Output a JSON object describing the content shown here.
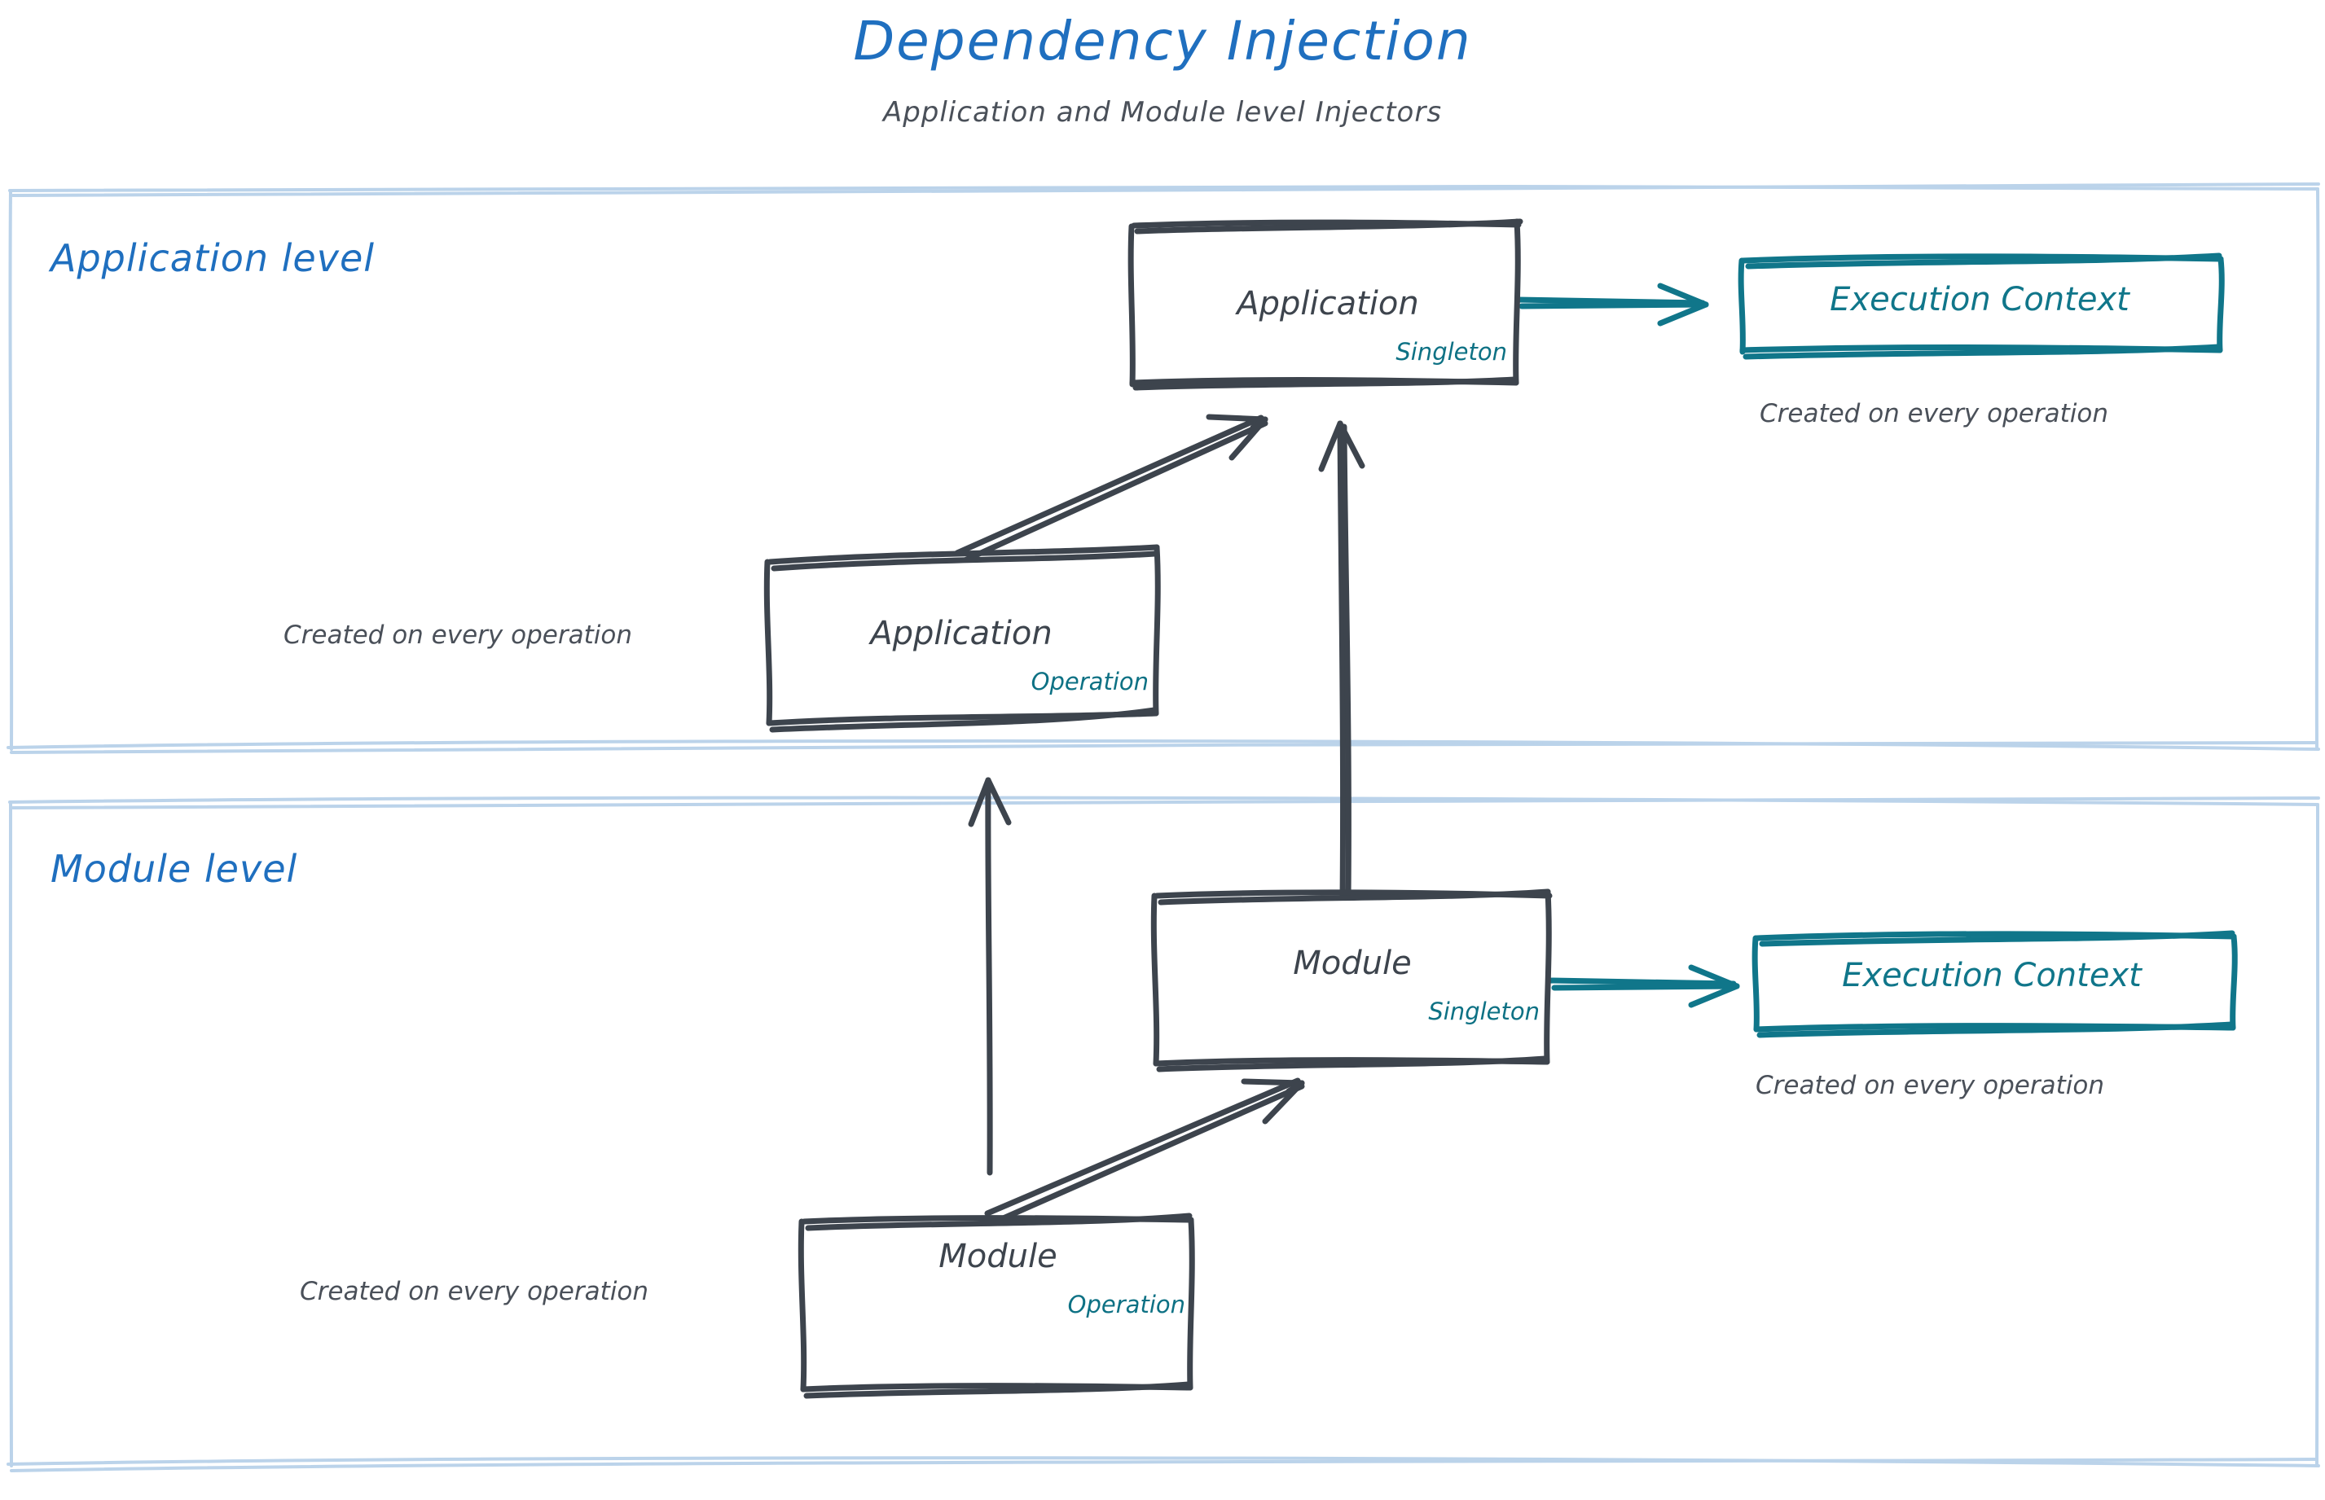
{
  "header": {
    "title": "Dependency Injection",
    "subtitle": "Application and Module level Injectors"
  },
  "colors": {
    "title_blue": "#1F6FBF",
    "lane_border": "#BBD3EA",
    "box_stroke": "#3D444D",
    "scope_teal": "#0D7184",
    "exec_teal": "#10768A",
    "caption_gray": "#4A5059",
    "background": "#FFFFFF"
  },
  "lanes": [
    {
      "id": "application-level",
      "label": "Application level",
      "nodes": [
        {
          "id": "application-singleton",
          "title": "Application",
          "scope": "Singleton"
        },
        {
          "id": "execution-context-application",
          "title": "Execution Context",
          "caption": "Created on every operation"
        },
        {
          "id": "application-operation",
          "title": "Application",
          "scope": "Operation",
          "caption": "Created on every operation"
        }
      ]
    },
    {
      "id": "module-level",
      "label": "Module level",
      "nodes": [
        {
          "id": "module-singleton",
          "title": "Module",
          "scope": "Singleton"
        },
        {
          "id": "execution-context-module",
          "title": "Execution Context",
          "caption": "Created on every operation"
        },
        {
          "id": "module-operation",
          "title": "Module",
          "scope": "Operation",
          "caption": "Created on every operation"
        }
      ]
    }
  ],
  "edges": [
    {
      "id": "app-operation-to-app-singleton",
      "from": "application-operation",
      "to": "application-singleton",
      "style": "dark-diagonal"
    },
    {
      "id": "app-singleton-to-exec-context",
      "from": "application-singleton",
      "to": "execution-context-application",
      "style": "teal-horizontal"
    },
    {
      "id": "module-singleton-to-app-singleton",
      "from": "module-singleton",
      "to": "application-singleton",
      "style": "dark-vertical"
    },
    {
      "id": "module-operation-to-app-operation",
      "from": "module-operation",
      "to": "application-operation",
      "style": "dark-vertical"
    },
    {
      "id": "module-operation-to-module-singleton",
      "from": "module-operation",
      "to": "module-singleton",
      "style": "dark-diagonal"
    },
    {
      "id": "module-singleton-to-exec-context",
      "from": "module-singleton",
      "to": "execution-context-module",
      "style": "teal-horizontal"
    }
  ],
  "text": {
    "application": "Application",
    "module": "Module",
    "execution_context": "Execution Context",
    "singleton": "Singleton",
    "operation": "Operation",
    "created_on_every_operation": "Created on every operation"
  }
}
